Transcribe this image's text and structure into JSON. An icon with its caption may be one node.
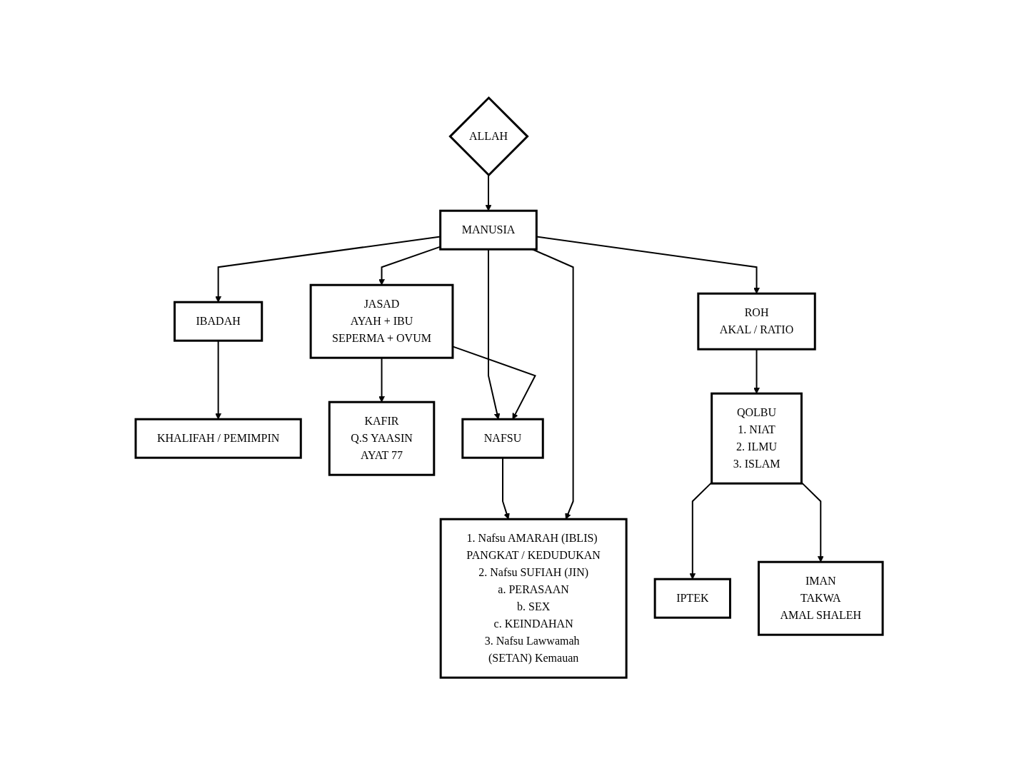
{
  "diagram": {
    "nodes": [
      {
        "text": [
          "ALLAH"
        ]
      },
      {
        "text": [
          "MANUSIA"
        ]
      },
      {
        "text": [
          "IBADAH"
        ]
      },
      {
        "text": [
          "KHALIFAH / PEMIMPIN"
        ]
      },
      {
        "text": [
          "ROH",
          "AKAL / RATIO"
        ]
      },
      {
        "text": [
          "JASAD",
          "AYAH + IBU",
          "SEPERMA + OVUM"
        ]
      },
      {
        "text": [
          "KAFIR",
          "Q.S YAASIN",
          "AYAT 77"
        ]
      },
      {
        "text": [
          "QOLBU",
          "1. NIAT",
          "2. ILMU",
          "3. ISLAM"
        ]
      },
      {
        "text": [
          "IPTEK"
        ]
      },
      {
        "text": [
          "NAFSU"
        ]
      },
      {
        "text": [
          "IMAN",
          "TAKWA",
          "AMAL SHALEH"
        ]
      },
      {
        "text": [
          "1. Nafsu AMARAH (IBLIS) PANGKAT / KEDUDUKAN",
          "2. Nafsu SUFIAH (JIN)",
          "a. PERASAAN",
          "b. SEX",
          "c. KEINDAHAN",
          "3. Nafsu Lawwamah (SETAN) Kemauan"
        ]
      }
    ],
    "edges": [
      {
        "from": 0,
        "to": 1,
        "arrow": "to"
      },
      {
        "from": 1,
        "to": 2,
        "arrow": "to"
      },
      {
        "from": 2,
        "to": 3,
        "arrow": "to"
      },
      {
        "from": 1,
        "to": 5,
        "arrow": "to"
      },
      {
        "from": 1,
        "to": 4,
        "arrow": "to"
      },
      {
        "from": 5,
        "to": 6,
        "arrow": "to"
      },
      {
        "from": 4,
        "to": 7,
        "arrow": "to"
      },
      {
        "from": 1,
        "to": 9,
        "arrow": "to"
      },
      {
        "from": 5,
        "to": 9,
        "arrow": "to"
      },
      {
        "from": 7,
        "to": 8,
        "arrow": "to"
      },
      {
        "from": 7,
        "to": 10,
        "arrow": "to"
      },
      {
        "from": 9,
        "to": 11,
        "arrow": "to"
      },
      {
        "from": 1,
        "to": 11,
        "arrow": "to"
      }
    ]
  }
}
